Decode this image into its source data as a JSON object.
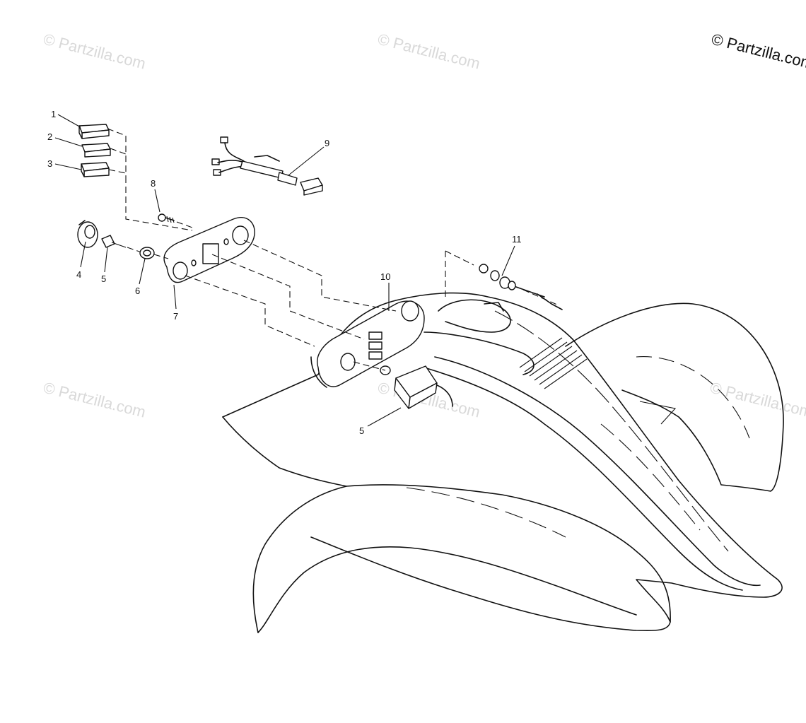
{
  "copyright": "© Partzilla.com",
  "watermark": "© Partzilla.com",
  "callouts": {
    "c1": "1",
    "c2": "2",
    "c3": "3",
    "c4": "4",
    "c5a": "5",
    "c6": "6",
    "c7": "7",
    "c8": "8",
    "c9": "9",
    "c10": "10",
    "c11": "11",
    "c5b": "5"
  }
}
